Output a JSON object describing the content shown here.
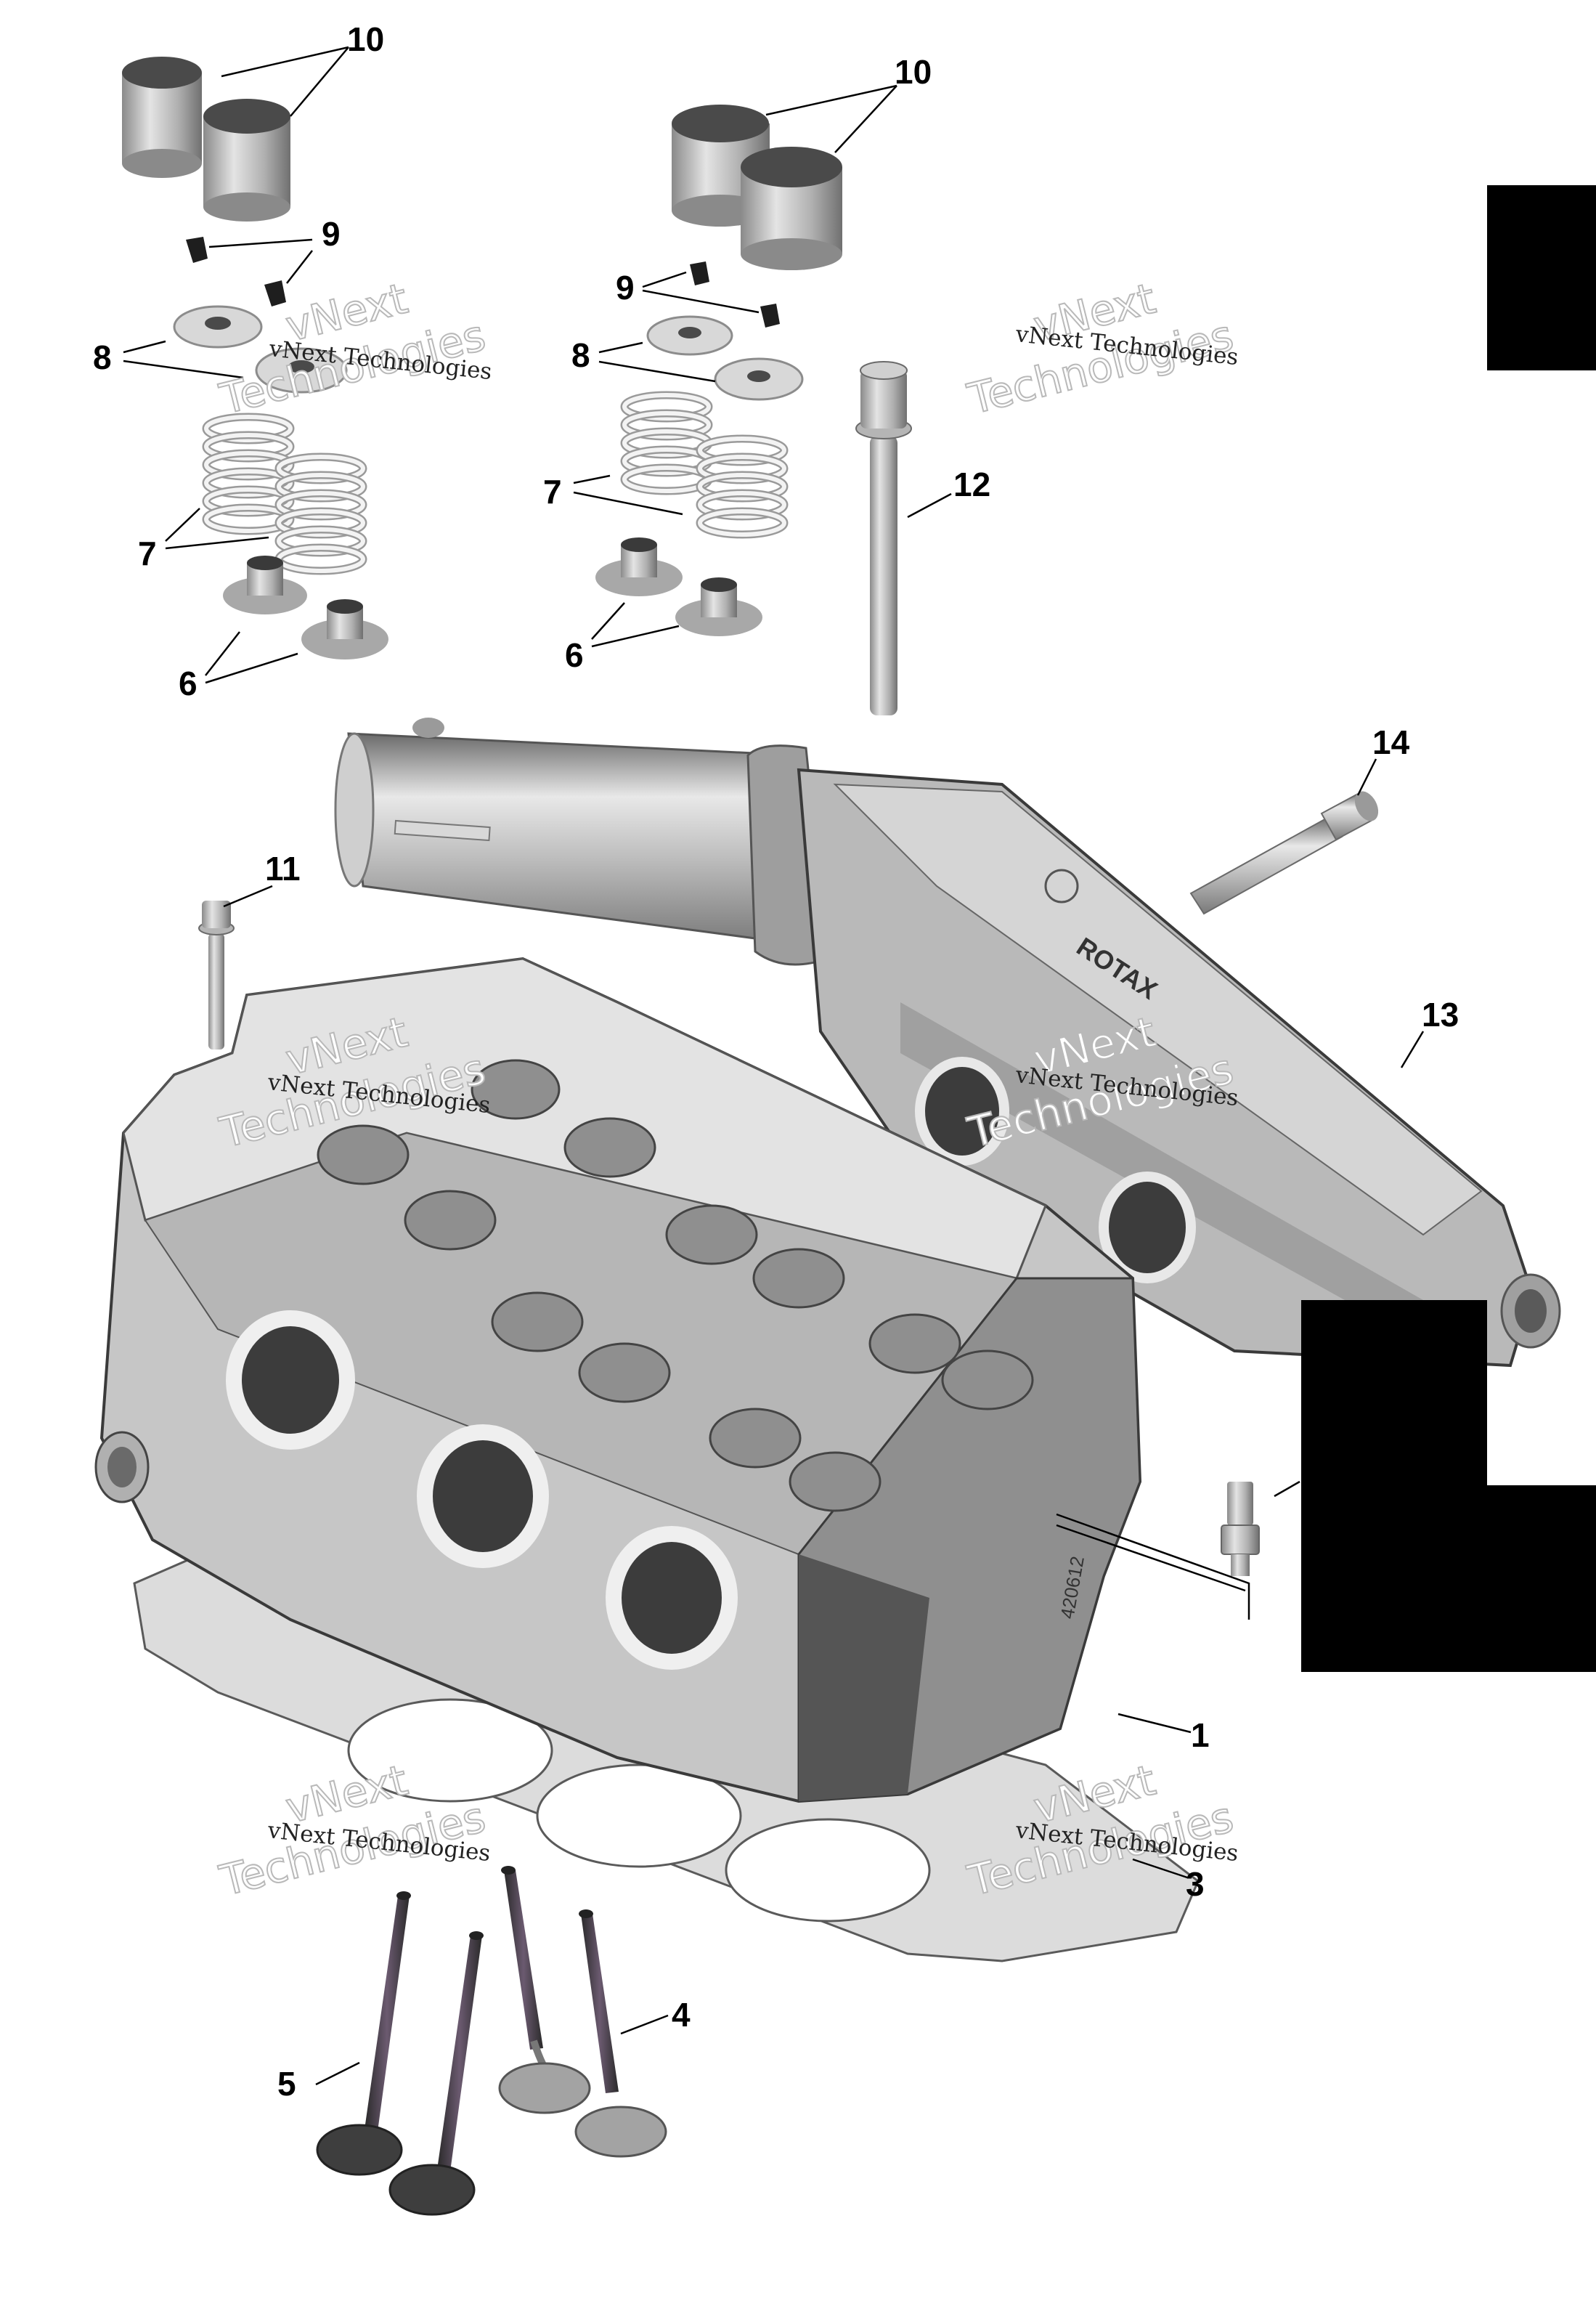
{
  "diagram": {
    "callouts": [
      {
        "id": "c10a",
        "text": "10"
      },
      {
        "id": "c10b",
        "text": "10"
      },
      {
        "id": "c9a",
        "text": "9"
      },
      {
        "id": "c9b",
        "text": "9"
      },
      {
        "id": "c8a",
        "text": "8"
      },
      {
        "id": "c8b",
        "text": "8"
      },
      {
        "id": "c7a",
        "text": "7"
      },
      {
        "id": "c7b",
        "text": "7"
      },
      {
        "id": "c6a",
        "text": "6"
      },
      {
        "id": "c6b",
        "text": "6"
      },
      {
        "id": "c12",
        "text": "12"
      },
      {
        "id": "c14",
        "text": "14"
      },
      {
        "id": "c11",
        "text": "11"
      },
      {
        "id": "c13",
        "text": "13"
      },
      {
        "id": "c1",
        "text": "1"
      },
      {
        "id": "c3",
        "text": "3"
      },
      {
        "id": "c4",
        "text": "4"
      },
      {
        "id": "c5",
        "text": "5"
      }
    ],
    "watermark": {
      "small_text": "vNext Technologies",
      "big_line1": "vNext",
      "big_line2": "Technologies"
    },
    "engraving": "ROTAX",
    "part_mark": "420612",
    "colors": {
      "metal_light": "#d2d2d2",
      "metal_mid": "#9d9d9d",
      "metal_dark": "#505050",
      "port_dark": "#3c3c3c",
      "redaction": "#000000"
    }
  }
}
